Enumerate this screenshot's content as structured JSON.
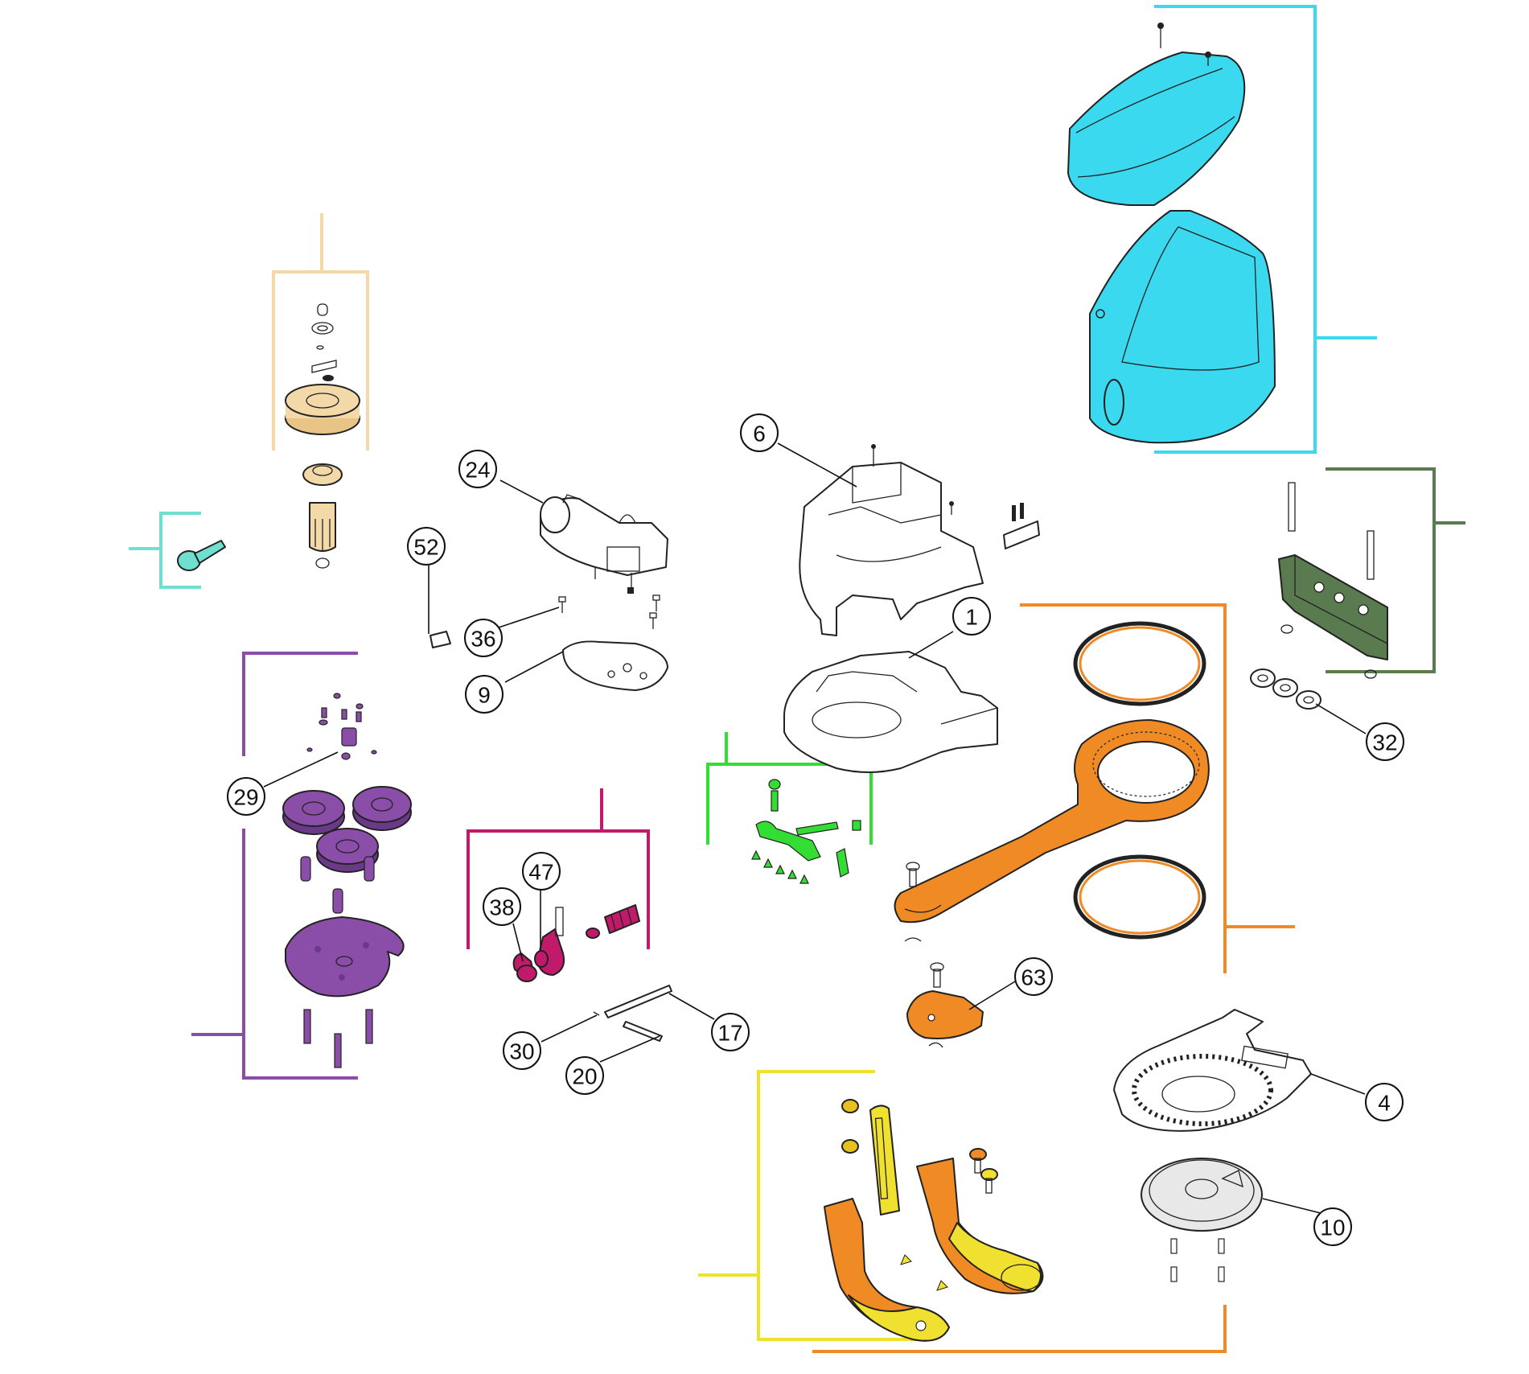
{
  "callouts": [
    {
      "id": "c6",
      "label": "6"
    },
    {
      "id": "c24",
      "label": "24"
    },
    {
      "id": "c52",
      "label": "52"
    },
    {
      "id": "c36",
      "label": "36"
    },
    {
      "id": "c9",
      "label": "9"
    },
    {
      "id": "c1",
      "label": "1"
    },
    {
      "id": "c29",
      "label": "29"
    },
    {
      "id": "c47",
      "label": "47"
    },
    {
      "id": "c38",
      "label": "38"
    },
    {
      "id": "c17",
      "label": "17"
    },
    {
      "id": "c30",
      "label": "30"
    },
    {
      "id": "c20",
      "label": "20"
    },
    {
      "id": "c63",
      "label": "63"
    },
    {
      "id": "c32",
      "label": "32"
    },
    {
      "id": "c4",
      "label": "4"
    },
    {
      "id": "c10",
      "label": "10"
    }
  ],
  "group_colors": {
    "cover": "#3ad9f0",
    "gear_stack": "#f3d8a8",
    "key": "#6fe0d0",
    "planetary": "#8a4ea8",
    "release": "#c21a6a",
    "switch": "#33dd33",
    "arm": "#f08a25",
    "bracket": "#5a7a50",
    "slide_arm": "#f0e030"
  }
}
